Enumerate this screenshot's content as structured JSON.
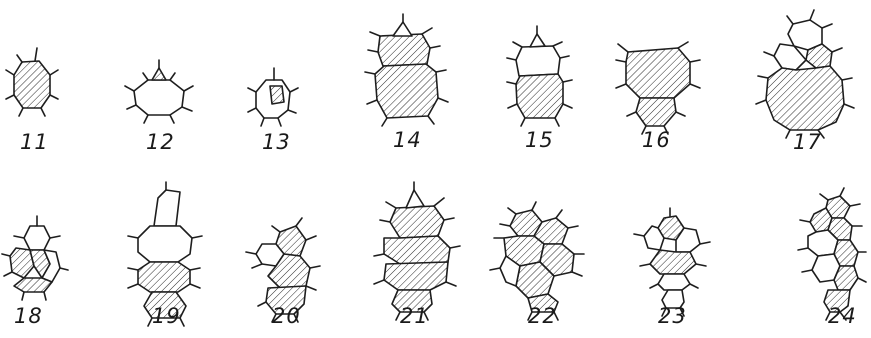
{
  "figures": [
    {
      "label": "11"
    },
    {
      "label": "12"
    },
    {
      "label": "13"
    },
    {
      "label": "14"
    },
    {
      "label": "15"
    },
    {
      "label": "16"
    },
    {
      "label": "17"
    },
    {
      "label": "18"
    },
    {
      "label": "19"
    },
    {
      "label": "20"
    },
    {
      "label": "21"
    },
    {
      "label": "22"
    },
    {
      "label": "23"
    },
    {
      "label": "24"
    }
  ],
  "colors": {
    "ink": "#1e1e1e",
    "background": "#ffffff"
  }
}
